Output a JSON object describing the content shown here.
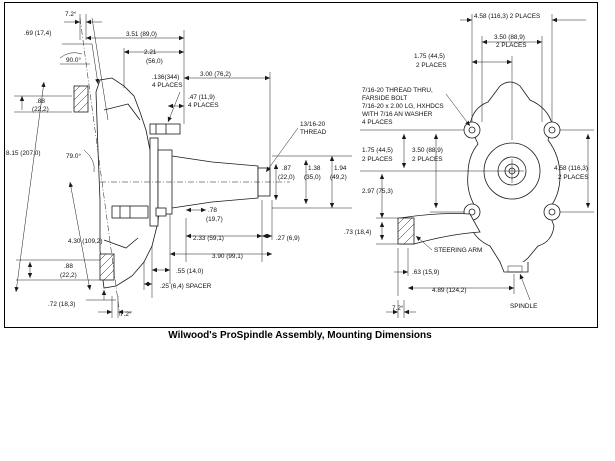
{
  "caption": "Wilwood's ProSpindle Assembly, Mounting Dimensions",
  "colors": {
    "line": "#1a1a1a",
    "background": "#ffffff",
    "border": "#000000"
  },
  "side_view": {
    "angle_top": "7.2°",
    "angle_bottom": "7.2°",
    "right_angle": "90.0°",
    "kpi_angle": "79.0°",
    "dim_69": ".69 (17,4)",
    "dim_351": "3.51 (89,0)",
    "dim_221": "2.21",
    "dim_221_mm": "(56,0)",
    "dim_300": "3.00 (76,2)",
    "dim_136": ".136(344)",
    "dim_136_places": "4 PLACES",
    "dim_47": ".47 (11,9)",
    "dim_47_places": "4 PLACES",
    "dim_88_top": ".88",
    "dim_88_top_mm": "(22,2)",
    "dim_815": "8.15 (207,0)",
    "thread": "13/16-20",
    "thread_label": "THREAD",
    "dim_87": ".87",
    "dim_87_mm": "(22,0)",
    "dim_138": "1.38",
    "dim_138_mm": "(35,0)",
    "dim_194": "1.94",
    "dim_194_mm": "(49,2)",
    "dim_78": ".78",
    "dim_78_mm": "(19,7)",
    "dim_430": "4.30 (109,2)",
    "dim_233": "2.33 (59,1)",
    "dim_27": ".27 (6,9)",
    "dim_390": "3.90 (99,1)",
    "dim_88_bot": ".88",
    "dim_88_bot_mm": "(22,2)",
    "dim_55": ".55 (14,0)",
    "dim_25_spacer": ".25 (6,4) SPACER",
    "dim_72": ".72 (18,3)"
  },
  "front_view": {
    "dim_458_top": "4.58 (116,3) 2 PLACES",
    "dim_350_top": "3.50 (88,9)",
    "dim_350_top_places": "2 PLACES",
    "dim_175_top": "1.75 (44,5)",
    "dim_175_top_places": "2 PLACES",
    "note_line1": "7/16-20 THREAD THRU,",
    "note_line2": "FARSIDE BOLT",
    "note_line3": "7/16-20 x 2.00 LG, HXHDCS",
    "note_line4": "WITH 7/16 AN WASHER",
    "note_line5": "4 PLACES",
    "dim_175_mid": "1.75 (44,5)",
    "dim_175_mid_places": "2 PLACES",
    "dim_350_mid": "3.50 (88,9)",
    "dim_350_mid_places": "2 PLACES",
    "dim_458_right": "4.58 (116,3)",
    "dim_458_right_places": "2 PLACES",
    "dim_297": "2.97 (75,3)",
    "dim_73": ".73 (18,4)",
    "steering_arm": "STEERING ARM",
    "dim_63": ".63 (15,9)",
    "dim_489": "4.89 (124,2)",
    "angle_bottom": "7.2°",
    "spindle": "SPINDLE"
  }
}
